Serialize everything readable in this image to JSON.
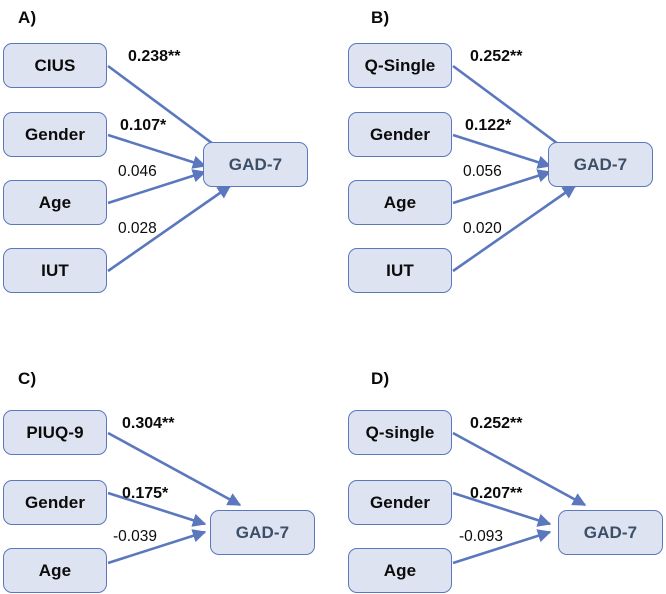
{
  "figure": {
    "type": "path-diagram-grid",
    "outcome_label": "GAD-7",
    "colors": {
      "node_fill": "#dde3f0",
      "node_border": "#5b77bd",
      "arrow": "#5b77bd",
      "outcome_text": "#3c4f68",
      "predictor_text": "#0b0b0b",
      "background": "#ffffff"
    },
    "significance_legend": {
      "one_star": "*",
      "two_stars": "**"
    }
  },
  "panels": [
    {
      "id": "A",
      "label": "A)",
      "outcome": "GAD-7",
      "predictors": [
        {
          "name": "CIUS",
          "coefficient": "0.238**",
          "value": 0.238,
          "significant": true,
          "stars": 2
        },
        {
          "name": "Gender",
          "coefficient": "0.107*",
          "value": 0.107,
          "significant": true,
          "stars": 1
        },
        {
          "name": "Age",
          "coefficient": "0.046",
          "value": 0.046,
          "significant": false,
          "stars": 0
        },
        {
          "name": "IUT",
          "coefficient": "0.028",
          "value": 0.028,
          "significant": false,
          "stars": 0
        }
      ]
    },
    {
      "id": "B",
      "label": "B)",
      "outcome": "GAD-7",
      "predictors": [
        {
          "name": "Q-Single",
          "coefficient": "0.252**",
          "value": 0.252,
          "significant": true,
          "stars": 2
        },
        {
          "name": "Gender",
          "coefficient": "0.122*",
          "value": 0.122,
          "significant": true,
          "stars": 1
        },
        {
          "name": "Age",
          "coefficient": "0.056",
          "value": 0.056,
          "significant": false,
          "stars": 0
        },
        {
          "name": "IUT",
          "coefficient": "0.020",
          "value": 0.02,
          "significant": false,
          "stars": 0
        }
      ]
    },
    {
      "id": "C",
      "label": "C)",
      "outcome": "GAD-7",
      "predictors": [
        {
          "name": "PIUQ-9",
          "coefficient": "0.304**",
          "value": 0.304,
          "significant": true,
          "stars": 2
        },
        {
          "name": "Gender",
          "coefficient": "0.175*",
          "value": 0.175,
          "significant": true,
          "stars": 1
        },
        {
          "name": "Age",
          "coefficient": "-0.039",
          "value": -0.039,
          "significant": false,
          "stars": 0
        }
      ]
    },
    {
      "id": "D",
      "label": "D)",
      "outcome": "GAD-7",
      "predictors": [
        {
          "name": "Q-single",
          "coefficient": "0.252**",
          "value": 0.252,
          "significant": true,
          "stars": 2
        },
        {
          "name": "Gender",
          "coefficient": "0.207**",
          "value": 0.207,
          "significant": true,
          "stars": 2
        },
        {
          "name": "Age",
          "coefficient": "-0.093",
          "value": -0.093,
          "significant": false,
          "stars": 0
        }
      ]
    }
  ]
}
